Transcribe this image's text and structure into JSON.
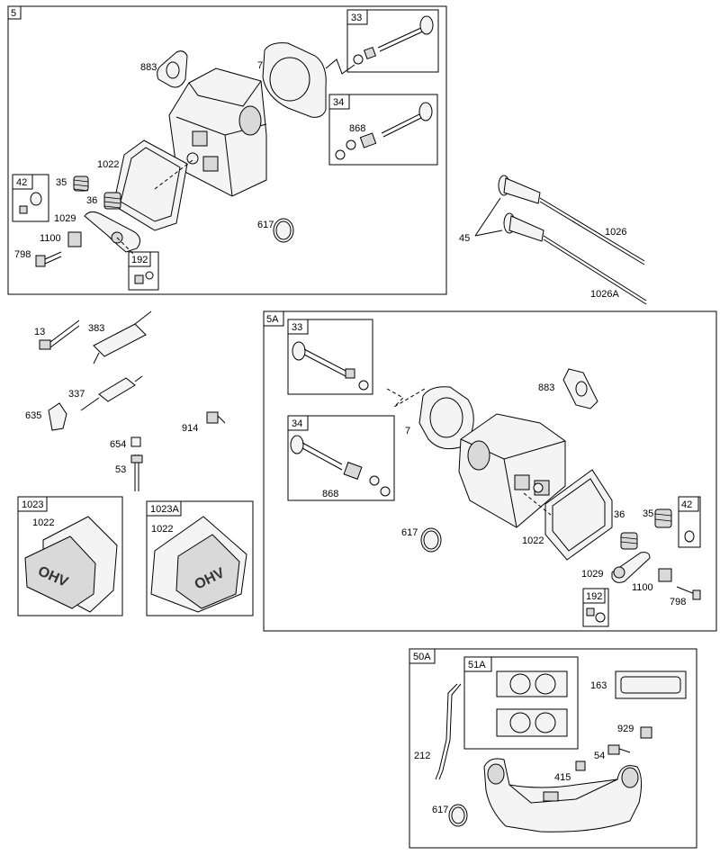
{
  "groups": {
    "g5": "5",
    "g5a": "5A",
    "g50a": "50A",
    "g51a": "51A",
    "g1023": "1023",
    "g1023a": "1023A",
    "s33": "33",
    "s34": "34",
    "s42": "42",
    "s192": "192"
  },
  "parts": {
    "p883": "883",
    "p7": "7",
    "p868": "868",
    "p1022": "1022",
    "p35": "35",
    "p36": "36",
    "p1029": "1029",
    "p1100": "1100",
    "p798": "798",
    "p617": "617",
    "p45": "45",
    "p1026": "1026",
    "p1026a": "1026A",
    "p13": "13",
    "p383": "383",
    "p337": "337",
    "p635": "635",
    "p914": "914",
    "p654": "654",
    "p53": "53",
    "p163": "163",
    "p929": "929",
    "p54": "54",
    "p415": "415",
    "p212": "212"
  },
  "logo": {
    "ohv": "OHV"
  }
}
